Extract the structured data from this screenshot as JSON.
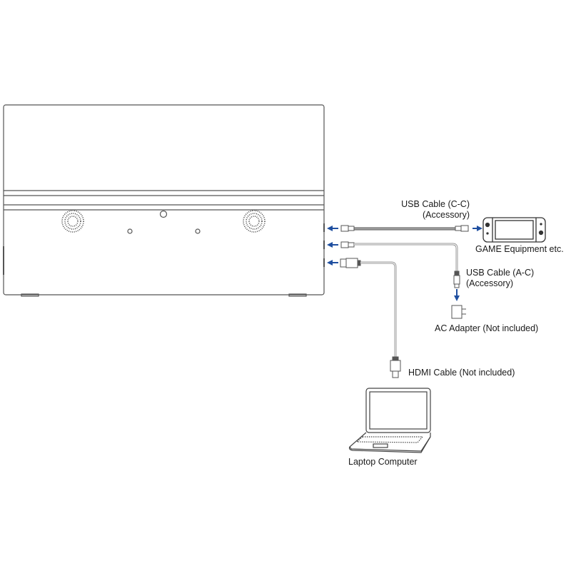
{
  "colors": {
    "arrow": "#1f4fa0",
    "line": "#555555"
  },
  "labels": {
    "usb_cc": "USB Cable (C-C)",
    "usb_cc_sub": "(Accessory)",
    "game": "GAME Equipment etc.",
    "usb_ac": "USB Cable (A-C)",
    "usb_ac_sub": "(Accessory)",
    "ac_adapter": "AC Adapter (Not included)",
    "hdmi": "HDMI Cable (Not included)",
    "laptop": "Laptop Computer"
  },
  "icons": [
    "monitor-back-icon",
    "speaker-grille-icon",
    "usb-c-connector-icon",
    "hdmi-connector-icon",
    "game-console-icon",
    "ac-adapter-icon",
    "laptop-icon",
    "arrow-left-icon",
    "arrow-right-icon",
    "arrow-down-icon"
  ]
}
